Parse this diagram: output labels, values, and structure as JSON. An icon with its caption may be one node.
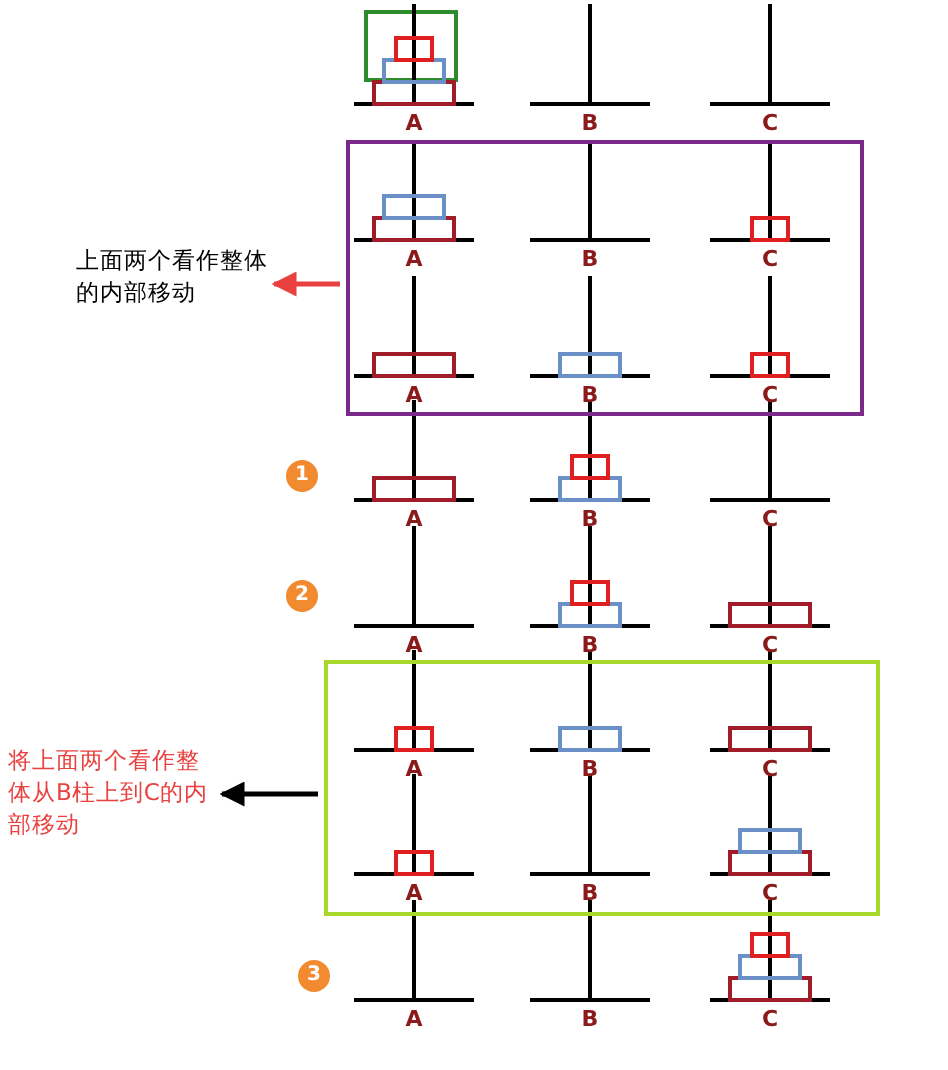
{
  "diagram": {
    "nodes": [
      {
        "text": [],
        "shape": "box"
      },
      {
        "text": [
          "上面两个看作整体的内部移动"
        ]
      },
      {
        "text": [
          "1"
        ]
      },
      {
        "text": [
          "2"
        ]
      },
      {
        "text": [],
        "shape": "box"
      },
      {
        "text": [
          "将上面两个看作整体从B柱上到C的内部移动"
        ]
      },
      {
        "text": [
          "3"
        ]
      }
    ],
    "edges": [
      {
        "from": 0,
        "to": 1,
        "arrow": "to",
        "color": "#e8413f"
      },
      {
        "from": 4,
        "to": 5,
        "arrow": "to",
        "color": "#000000"
      }
    ],
    "labels": [
      "A",
      "B",
      "C",
      "A",
      "B",
      "C",
      "A",
      "B",
      "C",
      "A",
      "B",
      "C",
      "A",
      "B",
      "C",
      "A",
      "B",
      "C",
      "A",
      "B",
      "C",
      "A",
      "B",
      "C"
    ]
  }
}
